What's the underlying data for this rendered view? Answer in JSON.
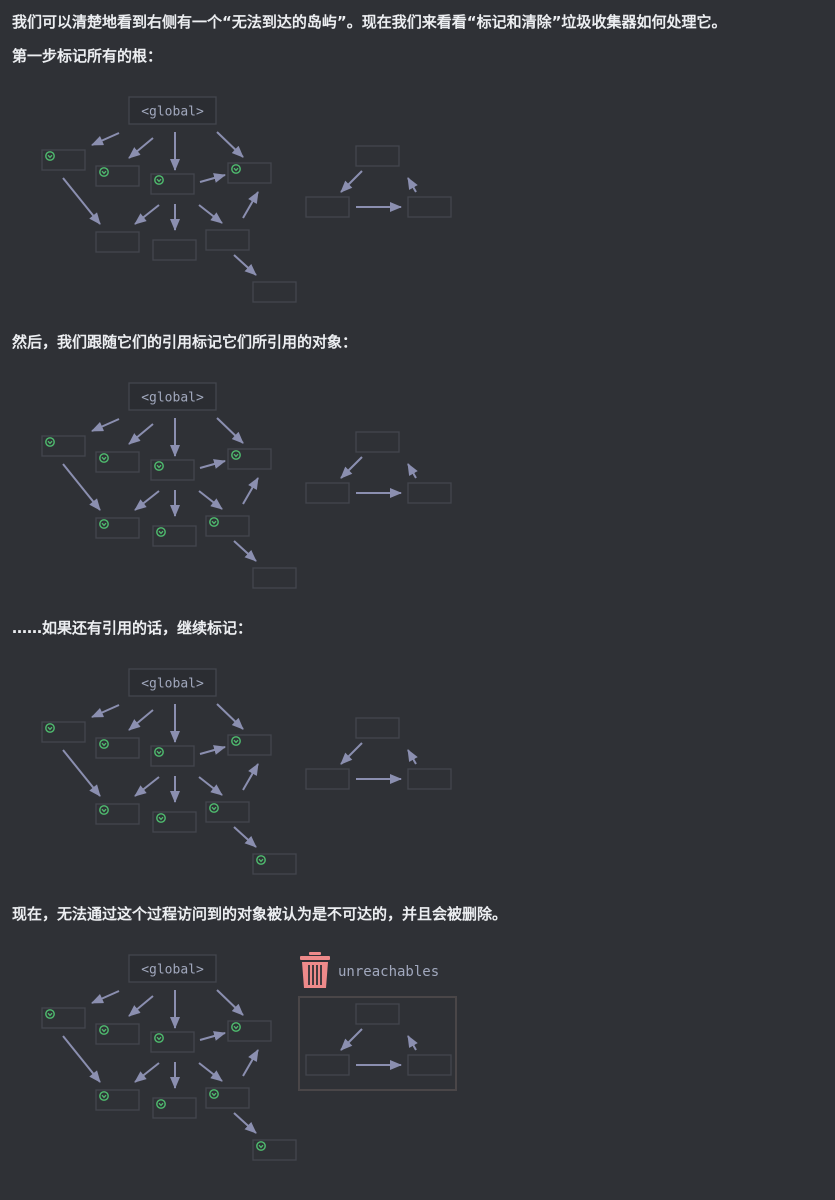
{
  "paragraphs": {
    "p1_line1": "我们可以清楚地看到右侧有一个“无法到达的岛屿”。现在我们来看看“标记和清除”垃圾收集器如何处理它。",
    "p1_line2": "第一步标记所有的根：",
    "p2": "然后，我们跟随它们的引用标记它们所引用的对象：",
    "p3": "……如果还有引用的话，继续标记：",
    "p4": "现在，无法通过这个过程访问到的对象被认为是不可达的，并且会被删除。"
  },
  "diagram": {
    "global_label": "<global>",
    "unreachables_label": "unreachables"
  },
  "icons": {
    "mark": "check-circle-icon",
    "trash": "trash-icon"
  },
  "colors": {
    "background": "#2f3136",
    "arrow": "#8b8fb0",
    "box_border": "#43464e",
    "mark": "#4fbd6f",
    "trash": "#ee8a8a"
  },
  "diagrams": [
    {
      "marked": [
        "n1",
        "n2",
        "n3",
        "n4"
      ],
      "unreachables_panel": false
    },
    {
      "marked": [
        "n1",
        "n2",
        "n3",
        "n4",
        "n5",
        "n6",
        "n7"
      ],
      "unreachables_panel": false
    },
    {
      "marked": [
        "n1",
        "n2",
        "n3",
        "n4",
        "n5",
        "n6",
        "n7",
        "n8"
      ],
      "unreachables_panel": false
    },
    {
      "marked": [
        "n1",
        "n2",
        "n3",
        "n4",
        "n5",
        "n6",
        "n7",
        "n8"
      ],
      "unreachables_panel": true
    }
  ]
}
